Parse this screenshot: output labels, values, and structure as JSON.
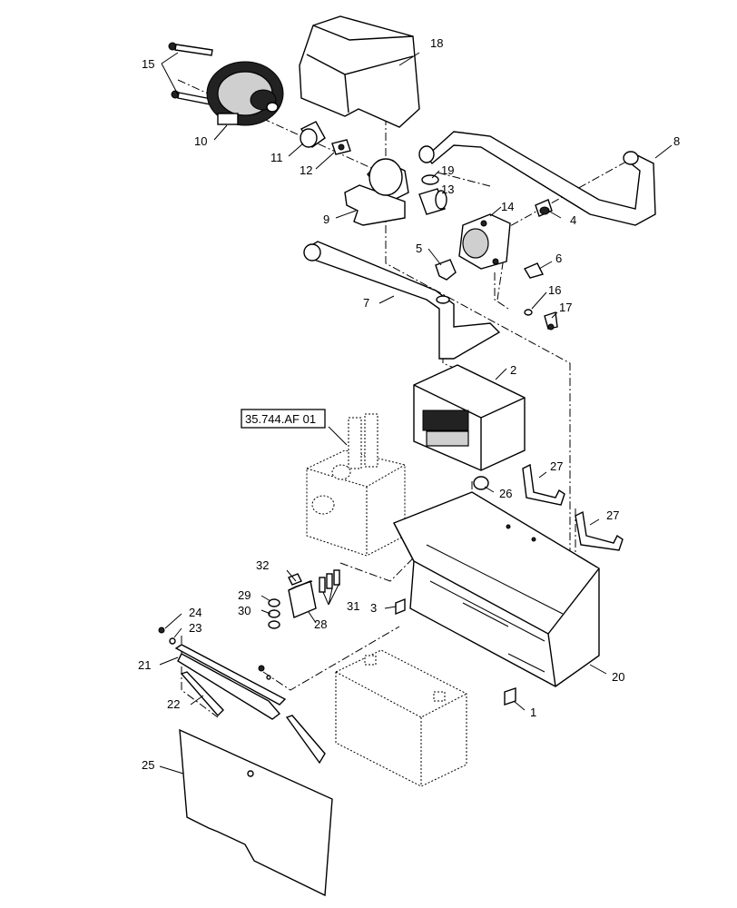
{
  "reference_label": "35.744.AF 01",
  "callouts": [
    "1",
    "2",
    "3",
    "4",
    "5",
    "6",
    "7",
    "8",
    "9",
    "10",
    "11",
    "12",
    "13",
    "14",
    "15",
    "16",
    "17",
    "18",
    "19",
    "20",
    "21",
    "22",
    "23",
    "24",
    "25",
    "26",
    "27",
    "28",
    "29",
    "30",
    "31",
    "32"
  ]
}
